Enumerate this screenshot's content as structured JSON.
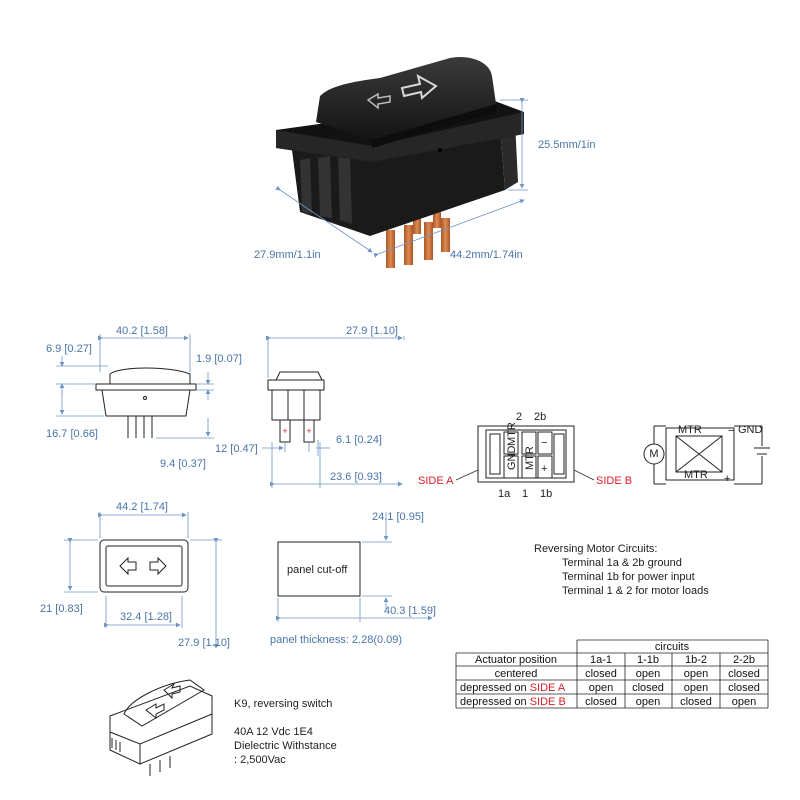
{
  "photo": {
    "height_label": "25.5mm/1in",
    "width_label": "27.9mm/1.1in",
    "length_label": "44.2mm/1.74in"
  },
  "front_view": {
    "top_width": "40.2 [1.58]",
    "cap_height": "6.9 [0.27]",
    "lip": "1.9 [0.07]",
    "body_height": "16.7 [0.66]",
    "pin_length": "9.4 [0.37]"
  },
  "side_view": {
    "width": "27.9 [1.10]",
    "pin_spacing": "12 [0.47]",
    "pin_width": "6.1 [0.24]",
    "base_width": "23.6 [0.93]"
  },
  "top_view": {
    "length": "44.2 [1.74]",
    "height": "21 [0.83]",
    "inner_width": "32.4 [1.28]",
    "depth": "27.9 [1.10]"
  },
  "panel": {
    "label": "panel cut-off",
    "height": "24.1 [0.95]",
    "width": "40.3 [1.59]",
    "thickness": "panel thickness: 2.28(0.09)"
  },
  "terminals": {
    "top_left": "2",
    "top_right": "2b",
    "bottom_left": "1a",
    "bottom_mid": "1",
    "bottom_right": "1b",
    "side_a": "SIDE A",
    "side_b": "SIDE B",
    "mtr": "MTR",
    "gnd": "GND",
    "minus": "−",
    "plus": "+",
    "motor": "M"
  },
  "circuit_notes": {
    "title": "Reversing Motor Circuits:",
    "line1": "Terminal 1a & 2b ground",
    "line2": "Terminal  1b for power input",
    "line3": "Terminal  1 & 2 for motor loads"
  },
  "table": {
    "group_header": "circuits",
    "headers": [
      "Actuator position",
      "1a-1",
      "1-1b",
      "1b-2",
      "2-2b"
    ],
    "rows": [
      {
        "label_pre": "centered",
        "label_red": "",
        "cells": [
          "closed",
          "open",
          "open",
          "closed"
        ]
      },
      {
        "label_pre": "depressed on ",
        "label_red": "SIDE A",
        "cells": [
          "open",
          "closed",
          "open",
          "closed"
        ]
      },
      {
        "label_pre": "depressed on ",
        "label_red": "SIDE B",
        "cells": [
          "closed",
          "open",
          "closed",
          "open"
        ]
      }
    ]
  },
  "spec": {
    "title": "K9, reversing switch",
    "rating": "40A 12 Vdc  1E4",
    "dielectric": "Dielectric Withstance",
    "voltage": ": 2,500Vac"
  },
  "colors": {
    "dimension_blue": "#4a74a8",
    "side_red": "#d8202a",
    "switch_black": "#1c1c1c",
    "terminal_copper": "#c8703a"
  }
}
